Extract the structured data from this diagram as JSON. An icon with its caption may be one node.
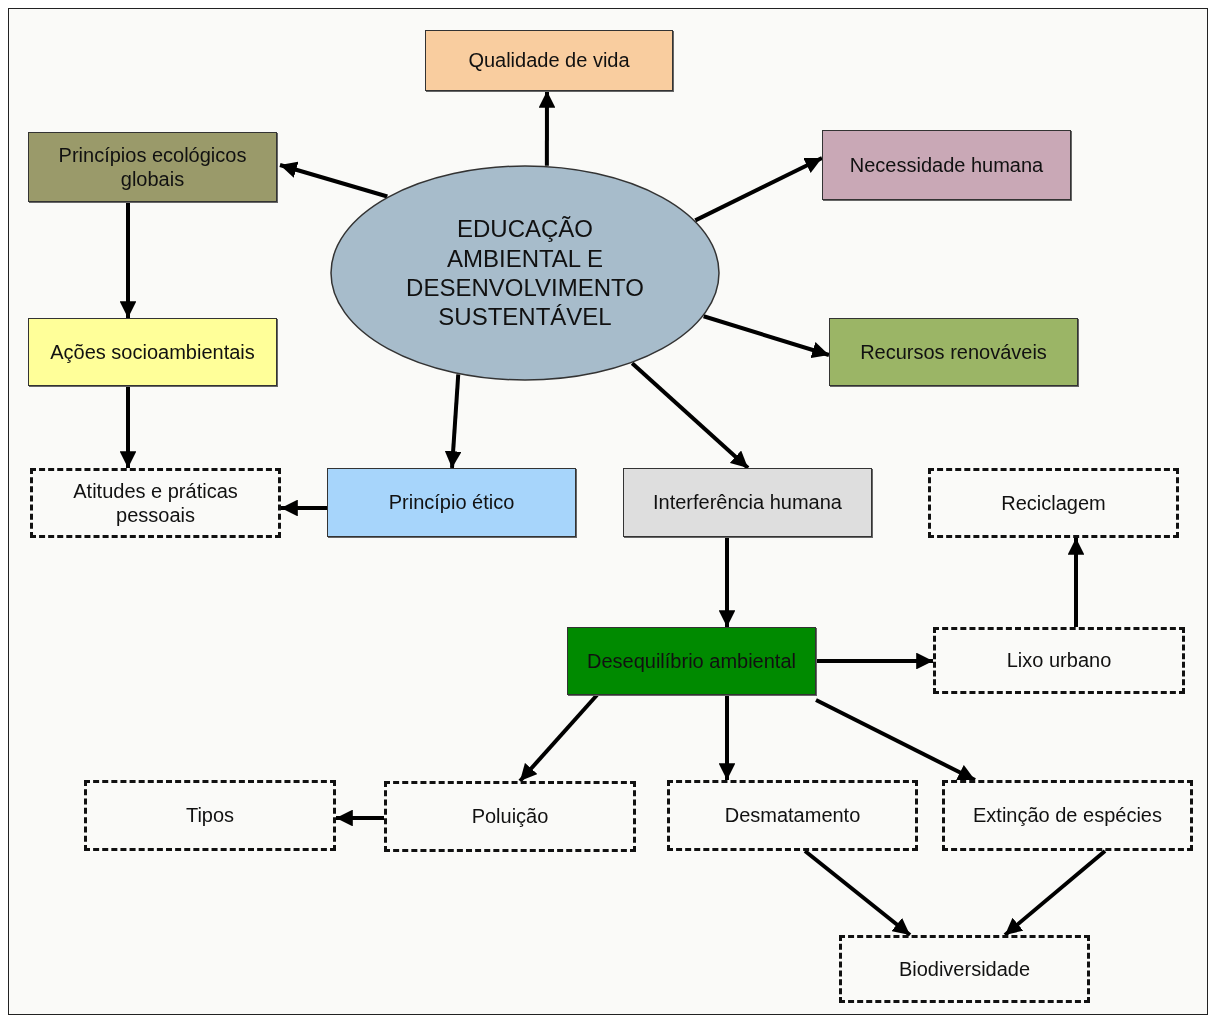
{
  "diagram": {
    "nodes": [
      {
        "text": [
          "EDUCAÇÃO AMBIENTAL E DESENVOLVIMENTO SUSTENTÁVEL"
        ]
      },
      {
        "text": [
          "Qualidade de vida"
        ]
      },
      {
        "text": [
          "Princípios ecológicos globais"
        ]
      },
      {
        "text": [
          "Necessidade humana"
        ]
      },
      {
        "text": [
          "Ações socioambientais"
        ]
      },
      {
        "text": [
          "Recursos renováveis"
        ]
      },
      {
        "text": [
          "Atitudes e práticas pessoais"
        ]
      },
      {
        "text": [
          "Princípio ético"
        ]
      },
      {
        "text": [
          "Interferência humana"
        ]
      },
      {
        "text": [
          "Reciclagem"
        ]
      },
      {
        "text": [
          "Desequilíbrio ambiental"
        ]
      },
      {
        "text": [
          "Lixo urbano"
        ]
      },
      {
        "text": [
          "Tipos"
        ]
      },
      {
        "text": [
          "Poluição"
        ]
      },
      {
        "text": [
          "Desmatamento"
        ]
      },
      {
        "text": [
          "Extinção de espécies"
        ]
      },
      {
        "text": [
          "Biodiversidade"
        ]
      }
    ],
    "edges": [
      {
        "from": 0,
        "to": 1,
        "arrow": "to"
      },
      {
        "from": 0,
        "to": 2,
        "arrow": "to"
      },
      {
        "from": 0,
        "to": 3,
        "arrow": "to"
      },
      {
        "from": 0,
        "to": 5,
        "arrow": "to"
      },
      {
        "from": 0,
        "to": 7,
        "arrow": "to"
      },
      {
        "from": 0,
        "to": 8,
        "arrow": "to"
      },
      {
        "from": 2,
        "to": 4,
        "arrow": "to"
      },
      {
        "from": 4,
        "to": 6,
        "arrow": "to"
      },
      {
        "from": 7,
        "to": 6,
        "arrow": "to"
      },
      {
        "from": 8,
        "to": 10,
        "arrow": "to"
      },
      {
        "from": 10,
        "to": 11,
        "arrow": "to"
      },
      {
        "from": 11,
        "to": 9,
        "arrow": "to"
      },
      {
        "from": 10,
        "to": 13,
        "arrow": "to"
      },
      {
        "from": 10,
        "to": 14,
        "arrow": "to"
      },
      {
        "from": 10,
        "to": 15,
        "arrow": "to"
      },
      {
        "from": 13,
        "to": 12,
        "arrow": "to"
      },
      {
        "from": 14,
        "to": 16,
        "arrow": "to"
      },
      {
        "from": 15,
        "to": 16,
        "arrow": "to"
      }
    ]
  }
}
